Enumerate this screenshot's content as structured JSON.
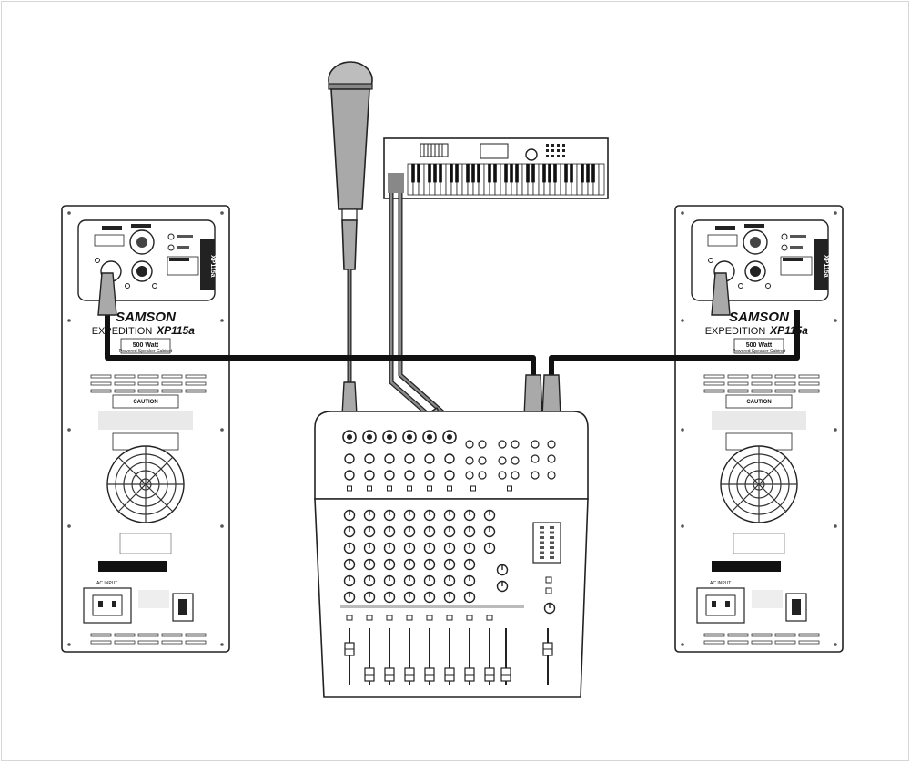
{
  "speaker_left": {
    "brand": "SAMSON",
    "series": "EXPEDITION",
    "model": "XP115a",
    "power": "500 Watt",
    "subtitle": "Powered Speaker Cabinet",
    "caution": "CAUTION",
    "ac_input": "AC INPUT",
    "side_label": "XP115a"
  },
  "speaker_right": {
    "brand": "SAMSON",
    "series": "EXPEDITION",
    "model": "XP115a",
    "power": "500 Watt",
    "subtitle": "Powered Speaker Cabinet",
    "caution": "CAUTION",
    "ac_input": "AC INPUT",
    "side_label": "XP115a"
  },
  "colors": {
    "outline": "#222222",
    "cable": "#111111",
    "gray_cable": "#8a8a8a",
    "mic_body": "#a9a9a9",
    "panel_bg": "#ffffff"
  }
}
